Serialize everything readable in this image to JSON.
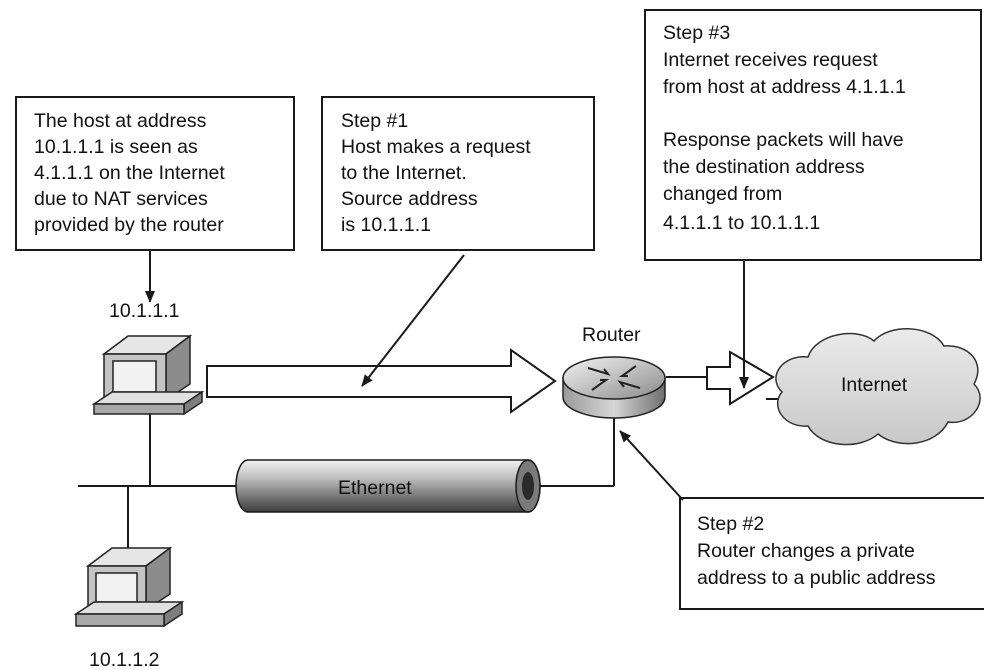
{
  "callouts": {
    "nat_note": [
      "The host at address",
      "10.1.1.1 is seen as",
      "4.1.1.1 on the Internet",
      "due to NAT services",
      "provided by the router"
    ],
    "step1": [
      "Step #1",
      "Host makes a request",
      "to the Internet.",
      "Source address",
      "is 10.1.1.1"
    ],
    "step2": [
      "Step #2",
      "Router changes a private",
      "address to a public address"
    ],
    "step3": [
      "Step #3",
      "Internet receives request",
      "from host at address 4.1.1.1",
      "",
      "Response packets will have",
      "the destination address",
      "changed from",
      "4.1.1.1 to 10.1.1.1"
    ]
  },
  "devices": {
    "host1_address": "10.1.1.1",
    "host2_address": "10.1.1.2",
    "router_label": "Router",
    "internet_label": "Internet",
    "ethernet_label": "Ethernet"
  },
  "colors": {
    "line": "#1a1a1a",
    "cloud_fill": "#d9d9d9",
    "device_gray": "#b8b8b8"
  }
}
